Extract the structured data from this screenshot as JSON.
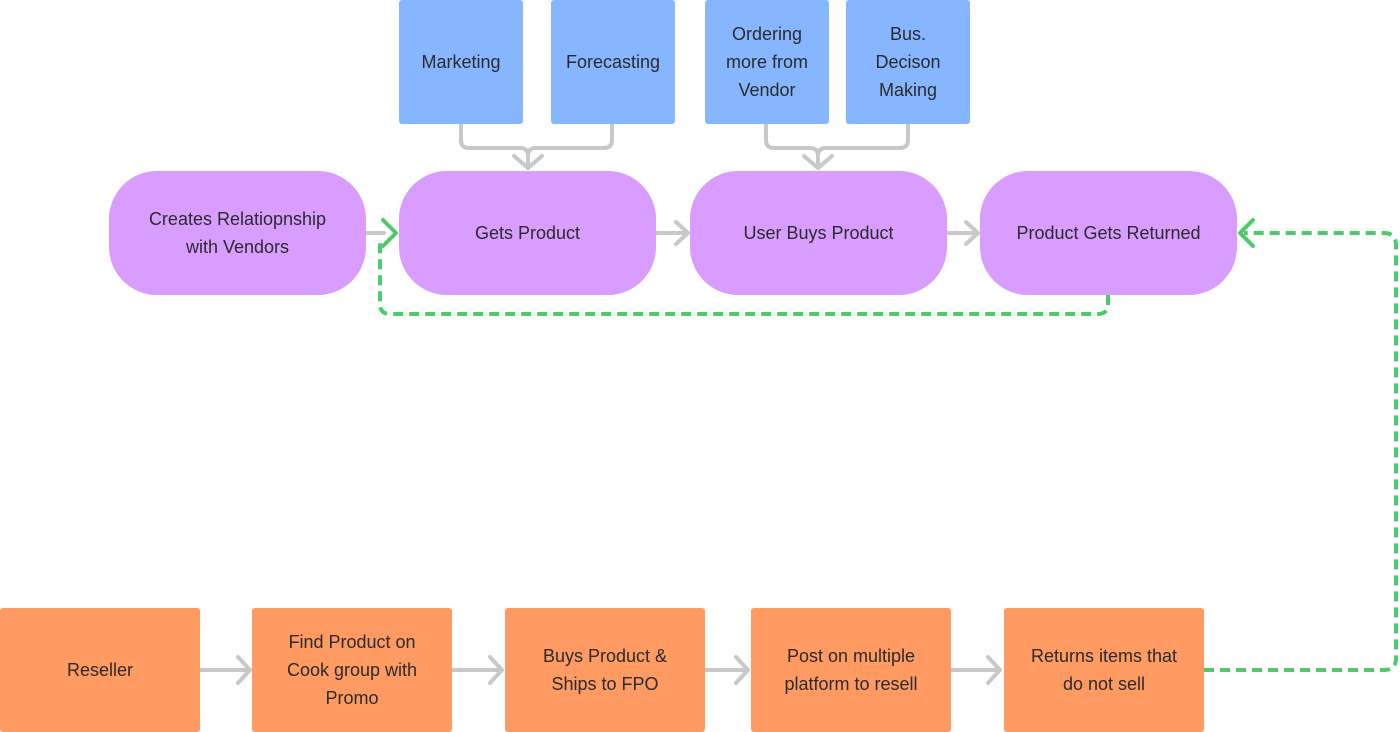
{
  "colors": {
    "blue_node": "#86b6ff",
    "purple_node": "#d99cff",
    "orange_node": "#fe9a62",
    "connector_gray": "#c8c8c8",
    "loop_green": "#4ccb6a"
  },
  "inputs": [
    {
      "id": "marketing",
      "label": "Marketing"
    },
    {
      "id": "forecasting",
      "label": "Forecasting"
    },
    {
      "id": "ordering",
      "label": "Ordering\nmore from\nVendor"
    },
    {
      "id": "decision",
      "label": "Bus.\nDecison\nMaking"
    }
  ],
  "vendor_flow": [
    {
      "id": "relationship",
      "label": "Creates Relatiopnship\nwith Vendors"
    },
    {
      "id": "gets-product",
      "label": "Gets Product"
    },
    {
      "id": "user-buys",
      "label": "User Buys Product"
    },
    {
      "id": "returned",
      "label": "Product Gets Returned"
    }
  ],
  "reseller_flow": [
    {
      "id": "reseller",
      "label": "Reseller"
    },
    {
      "id": "find-product",
      "label": "Find Product on\nCook group with\nPromo"
    },
    {
      "id": "buys-ships",
      "label": "Buys Product  &\nShips to FPO"
    },
    {
      "id": "post-resell",
      "label": "Post on multiple\nplatform to resell"
    },
    {
      "id": "returns-items",
      "label": "Returns items that\ndo not sell"
    }
  ],
  "edges": [
    {
      "from": "marketing",
      "to": "gets-product",
      "style": "solid"
    },
    {
      "from": "forecasting",
      "to": "gets-product",
      "style": "solid"
    },
    {
      "from": "ordering",
      "to": "user-buys",
      "style": "solid"
    },
    {
      "from": "decision",
      "to": "user-buys",
      "style": "solid"
    },
    {
      "from": "relationship",
      "to": "gets-product",
      "style": "solid"
    },
    {
      "from": "gets-product",
      "to": "user-buys",
      "style": "solid"
    },
    {
      "from": "user-buys",
      "to": "returned",
      "style": "solid"
    },
    {
      "from": "returned",
      "to": "gets-product",
      "style": "dashed"
    },
    {
      "from": "reseller",
      "to": "find-product",
      "style": "solid"
    },
    {
      "from": "find-product",
      "to": "buys-ships",
      "style": "solid"
    },
    {
      "from": "buys-ships",
      "to": "post-resell",
      "style": "solid"
    },
    {
      "from": "post-resell",
      "to": "returns-items",
      "style": "solid"
    },
    {
      "from": "returns-items",
      "to": "returned",
      "style": "dashed"
    }
  ]
}
